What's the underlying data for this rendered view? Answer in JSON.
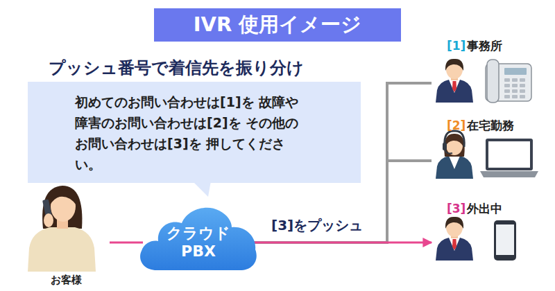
{
  "diagram": {
    "title": "IVR 使用イメージ",
    "nodes": [
      {
        "text": [
          "プッシュ番号で着信先を振り分け",
          "初めてのお問い合わせは[1]を 故障や障害のお問い合わせは[2]を その他のお問い合わせは[3]を 押してください。"
        ]
      },
      {
        "text": [
          "お客様"
        ]
      },
      {
        "text": [
          "クラウド PBX"
        ]
      },
      {
        "text": [
          "[1]",
          "事務所"
        ]
      },
      {
        "text": [
          "[2]",
          "在宅勤務"
        ]
      },
      {
        "text": [
          "[3]",
          "外出中"
        ]
      }
    ],
    "edges": [
      {
        "from": 1,
        "to": 2,
        "arrow": "none"
      },
      {
        "from": 2,
        "to": 3,
        "arrow": "none"
      },
      {
        "from": 2,
        "to": 4,
        "arrow": "none"
      },
      {
        "from": 2,
        "to": 5,
        "arrow": "to",
        "label": "[3]をプッシュ"
      }
    ]
  }
}
